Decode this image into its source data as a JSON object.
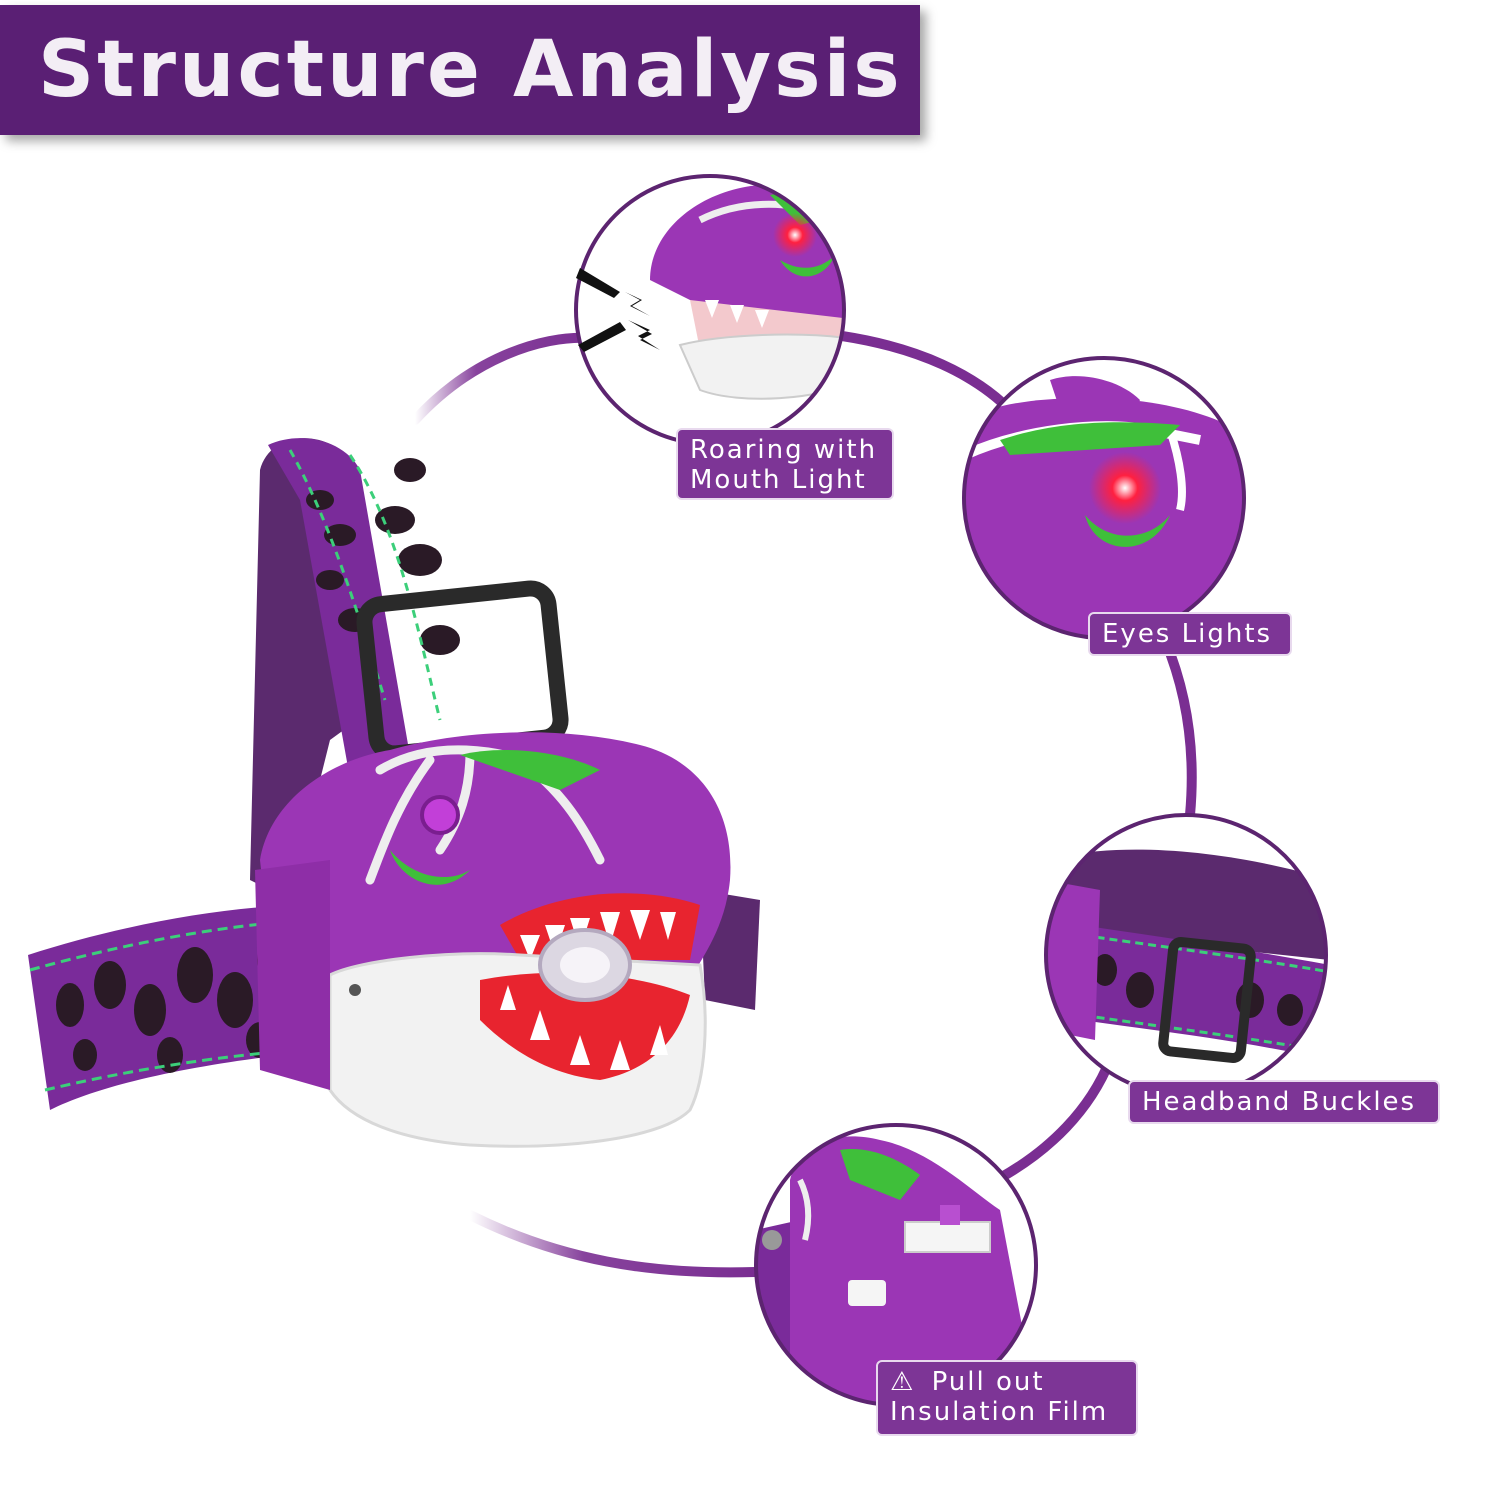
{
  "title": "Structure Analysis",
  "labels": {
    "roaring_line1": "Roaring with",
    "roaring_line2": "Mouth Light",
    "eyes": "Eyes Lights",
    "buckles": "Headband Buckles",
    "insulation_line1": "Pull out",
    "insulation_line2": "Insulation Film",
    "warning_icon": "⚠"
  },
  "colors": {
    "banner": "#5a1f74",
    "label_bg": "#7d3596",
    "arc": "#7a2e92",
    "dino_purple": "#9b36b5",
    "dino_green": "#3fbf3a",
    "eye_red": "#ff1a3a"
  }
}
